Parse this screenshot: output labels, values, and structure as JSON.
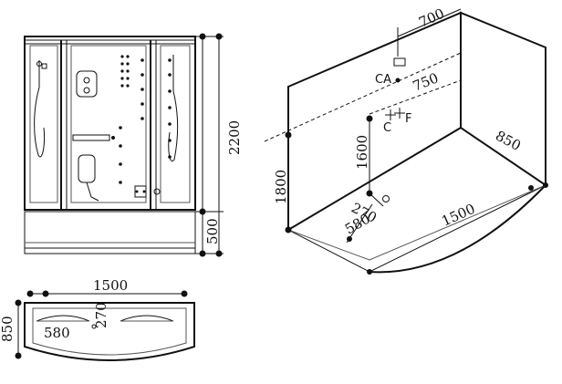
{
  "front_view": {
    "height_total": "2200",
    "height_base": "500"
  },
  "top_view": {
    "width": "1500",
    "depth": "850",
    "offset_580": "580",
    "offset_270": "270"
  },
  "iso_view": {
    "dim_700": "700",
    "dim_750": "750",
    "dim_850": "850",
    "dim_1500": "1500",
    "dim_1600": "1600",
    "dim_1800": "1800",
    "dim_270": "270",
    "dim_580": "580",
    "point_ca": "CA",
    "point_c": "C",
    "point_f": "F"
  },
  "colors": {
    "line": "#111111",
    "panel": "#555555"
  }
}
